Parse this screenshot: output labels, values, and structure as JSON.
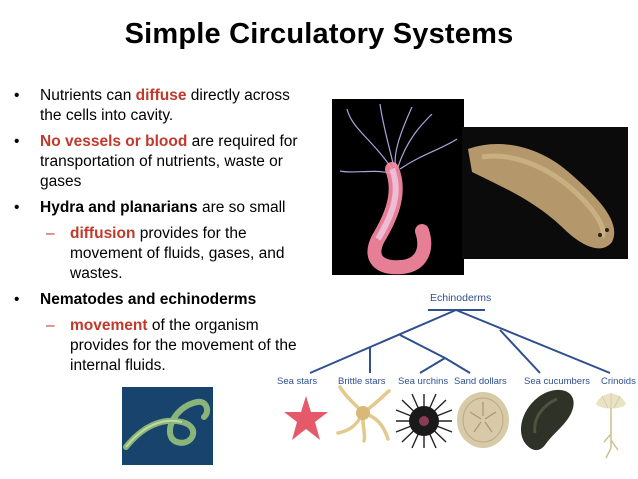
{
  "title": "Simple Circulatory Systems",
  "bullets": {
    "b1_pre": "Nutrients can ",
    "b1_em": "diffuse",
    "b1_post": " directly across the cells into cavity.",
    "b2_em": "No vessels or blood",
    "b2_post": " are required for transportation of nutrients, waste or gases",
    "b3_em": "Hydra and planarians",
    "b3_post": " are so small",
    "b3a_em": "diffusion",
    "b3a_post": " provides for the movement of fluids, gases, and wastes.",
    "b4_em": "Nematodes and echinoderms",
    "b4a_em": "movement",
    "b4a_post": " of the organism provides for the movement of the internal fluids.",
    "bullet_char": "•",
    "dash_char": "–"
  },
  "tree": {
    "title": "Echinoderms",
    "labels": [
      "Sea stars",
      "Brittle stars",
      "Sea urchins",
      "Sand dollars",
      "Sea cucumbers",
      "Crinoids"
    ]
  },
  "colors": {
    "accent_red": "#c0392b",
    "tree_blue": "#2f4f8f"
  }
}
